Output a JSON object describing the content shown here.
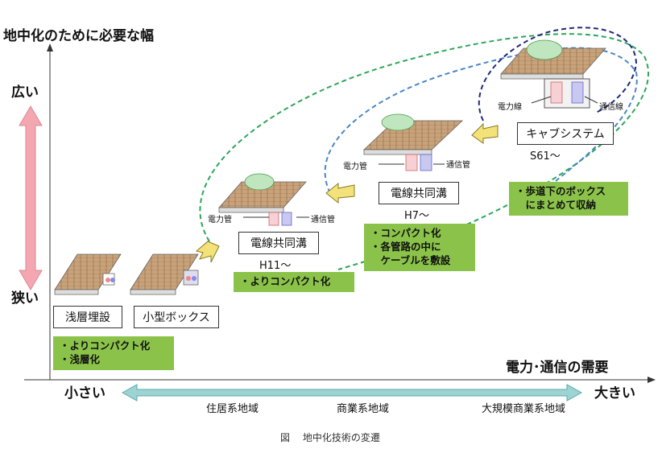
{
  "y_axis": {
    "title": "地中化のために必要な幅",
    "high": "広い",
    "low": "狭い"
  },
  "x_axis": {
    "title": "電力･通信の需要",
    "low": "小さい",
    "high": "大きい",
    "regions": [
      "住居系地域",
      "商業系地域",
      "大規模商業系地域"
    ]
  },
  "stages": [
    {
      "id": "shallow",
      "label": "浅層埋設"
    },
    {
      "id": "smallbox",
      "label": "小型ボックス"
    },
    {
      "id": "h11",
      "label": "電線共同溝",
      "era": "H11～",
      "power": "電力管",
      "telecom": "通信管"
    },
    {
      "id": "h7",
      "label": "電線共同溝",
      "era": "H7～",
      "power": "電力管",
      "telecom": "通信管"
    },
    {
      "id": "cab",
      "label": "キャブシステム",
      "era": "S61～",
      "power": "電力線",
      "telecom": "通信線"
    }
  ],
  "notes": {
    "n1": [
      "・よりコンパクト化",
      "・浅層化"
    ],
    "n2": [
      "・よりコンパクト化"
    ],
    "n3": [
      "・コンパクト化",
      "・各管路の中に",
      "　ケーブルを敷設"
    ],
    "n4": [
      "・歩道下のボックス",
      "　にまとめて収納"
    ]
  },
  "caption": "図　 地中化技術の変遷",
  "colors": {
    "arrow_pink": "#f4a7b0",
    "arrow_teal": "#66b8b8",
    "note_green": "#8bc34a",
    "dash_green": "#2ca65a",
    "dash_blue": "#4a86c8",
    "dash_navy": "#1f2a7a"
  }
}
